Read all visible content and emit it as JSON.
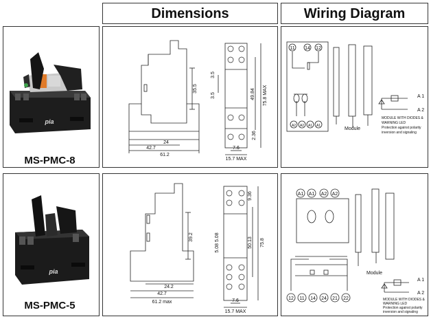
{
  "headers": {
    "dimensions": "Dimensions",
    "wiring": "Wiring Diagram"
  },
  "products": [
    {
      "model": "MS-PMC-8",
      "brand_mark": "pia"
    },
    {
      "model": "MS-PMC-5",
      "brand_mark": "pia"
    }
  ],
  "dims_pmc8": {
    "d1": "35.5",
    "d2": "24",
    "d3": "42.7",
    "d4": "61.2",
    "d5": "3.5",
    "d6": "3.5",
    "d7": "49.84",
    "d8": "75.8 MAX",
    "d9": "2.36",
    "d10": "7.6",
    "d11": "15.7 MAX"
  },
  "dims_pmc5": {
    "d1": "39.2",
    "d2": "24.2",
    "d3": "42.7",
    "d4": "61.2 max",
    "d5": "9.36",
    "d6": "50.13",
    "d7": "75.8",
    "d8": "5.08 5.08",
    "d9": "7.6",
    "d10": "15.7 MAX"
  },
  "wiring_pmc8": {
    "top_terminals": [
      "11",
      "14",
      "12"
    ],
    "bottom_terminals": [
      "A2",
      "A2",
      "A1",
      "A1"
    ],
    "module_label": "Module",
    "a1_label": "A 1",
    "a2_label": "A 2",
    "note": [
      "MODULE WITH DIODES &",
      "WARNING LED",
      "Protection against polarity",
      "inversion and signaling"
    ]
  },
  "wiring_pmc5": {
    "top_terminals": [
      "A1",
      "A1",
      "A2",
      "A2"
    ],
    "bottom_terminals": [
      "12",
      "11",
      "14",
      "24",
      "21",
      "22"
    ],
    "module_label": "Module",
    "a1_label": "A 1",
    "a2_label": "A 2",
    "note": [
      "MODULE WITH DIODES &",
      "WARNING LED",
      "Protection against polarity",
      "inversion and signaling"
    ]
  }
}
